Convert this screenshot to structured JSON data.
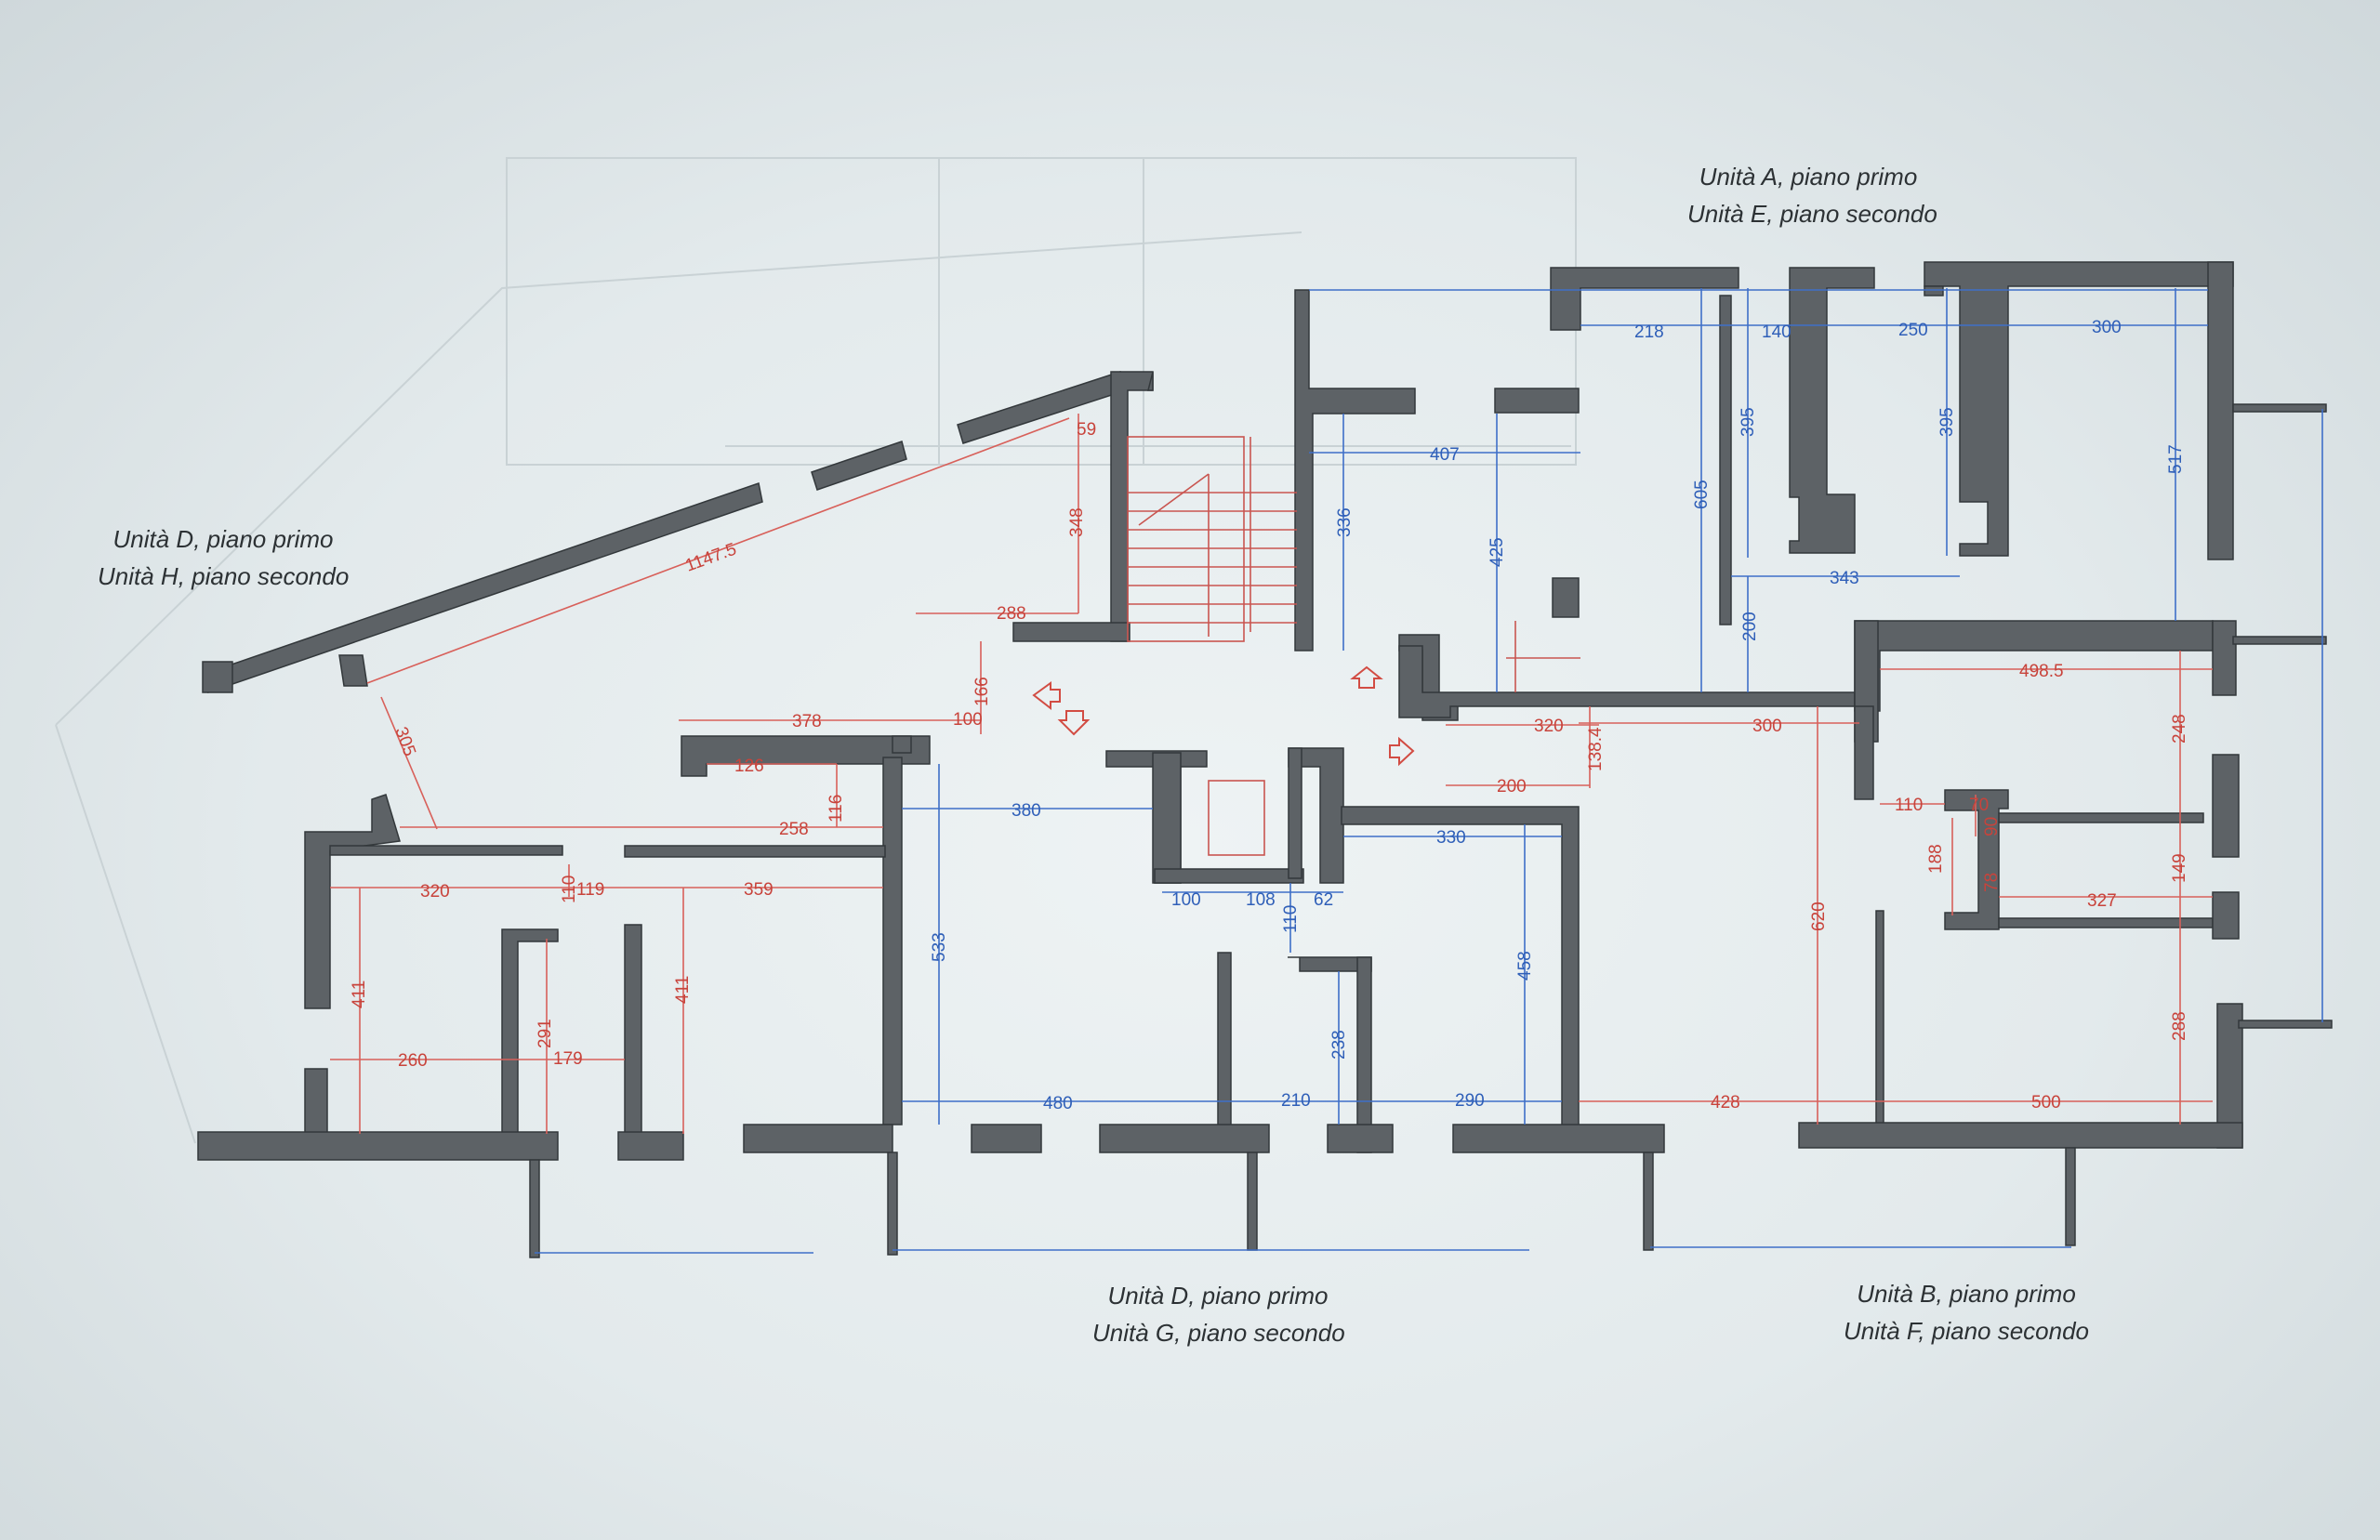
{
  "unit_labels": {
    "top_right": {
      "line1": "Unità A, piano primo",
      "line2": "Unità E, piano secondo"
    },
    "left": {
      "line1": "Unità D, piano primo",
      "line2": "Unità H, piano secondo"
    },
    "bottom_center": {
      "line1": "Unità D, piano primo",
      "line2": "Unità G, piano secondo"
    },
    "bottom_right": {
      "line1": "Unità B, piano primo",
      "line2": "Unità F, piano secondo"
    }
  },
  "dimensions_red": {
    "d59": "59",
    "d348": "348",
    "d288": "288",
    "d1147": "1147.5",
    "d305": "305",
    "d166": "166",
    "d100": "100",
    "d378": "378",
    "d126": "126",
    "d116": "116",
    "d258": "258",
    "d320a": "320",
    "d110a": "110",
    "d119": "119",
    "d359": "359",
    "d411a": "411",
    "d411b": "411",
    "d291": "291",
    "d260": "260",
    "d179": "179",
    "d320b": "320",
    "d138": "138.4",
    "d200a": "200",
    "d300": "300",
    "d498": "498.5",
    "d248": "248",
    "d110b": "110",
    "d70": "70",
    "d90": "90",
    "d188": "188",
    "d78": "78",
    "d327": "327",
    "d149": "149",
    "d620": "620",
    "d288b": "288",
    "d428": "428",
    "d500": "500"
  },
  "dimensions_blue": {
    "d218": "218",
    "d140": "140",
    "d250": "250",
    "d300": "300",
    "d395a": "395",
    "d395b": "395",
    "d407": "407",
    "d336": "336",
    "d425": "425",
    "d605": "605",
    "d517": "517",
    "d343": "343",
    "d200": "200",
    "d380": "380",
    "d330": "330",
    "d533": "533",
    "d100": "100",
    "d108": "108",
    "d62": "62",
    "d110": "110",
    "d458": "458",
    "d238": "238",
    "d480": "480",
    "d210": "210",
    "d290": "290"
  },
  "colors": {
    "wall": "#5d6266",
    "dimension_red": "#d8605a",
    "dimension_blue": "#3e6fc8",
    "paper": "#e8eef0"
  }
}
